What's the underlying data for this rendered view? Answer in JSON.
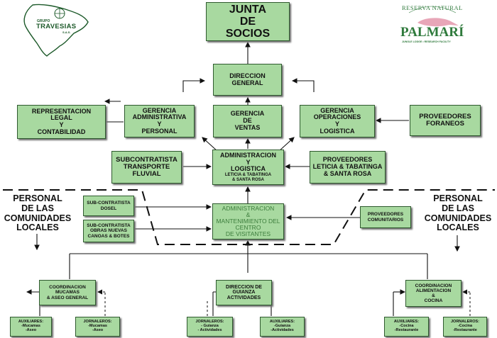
{
  "logos": {
    "left": {
      "name": "TRAVESIAS",
      "prefix": "GRUPO",
      "suffix": "S.A.S."
    },
    "right": {
      "top": "RESERVA NATURAL",
      "name": "PALMARÍ",
      "tagline": "JUNGLE LODGE • RESEARCH FACILITY"
    }
  },
  "boxes": {
    "junta": "JUNTA\nDE\nSOCIOS",
    "direccion": "DIRECCION\nGENERAL",
    "representacion": "REPRESENTACION\nLEGAL\nY\nCONTABILIDAD",
    "ger_admin": "GERENCIA\nADMINISTRATIVA\nY\nPERSONAL",
    "ger_ventas": "GERENCIA\nDE\nVENTAS",
    "ger_oper": "GERENCIA\nOPERACIONES\nY\nLOGISTICA",
    "prov_foraneos": "PROVEEDORES\nFORANEOS",
    "subcontratista": "SUBCONTRATISTA\nTRANSPORTE\nFLUVIAL",
    "admin_logistica": "ADMINISTRACION\nY\nLOGISTICA",
    "admin_logistica_sub": "LETICIA & TABATINGA\n& SANTA ROSA",
    "prov_leticia": "PROVEEDORES\nLETICIA & TABATINGA\n& SANTA ROSA",
    "sub_dosel": "SUB-CONTRATISTA\nDOSEL",
    "sub_obras": "SUB-CONTRATISTA\nOBRAS NUEVAS\nCANOAS & BOTES",
    "admin_mant": "ADMINISTRACION\n&\nMANTENIMIENTO DEL CENTRO\nDE VISITANTES",
    "prov_comunitarios": "PROVEEDORES\nCOMUNITARIOS",
    "coord_mucamas": "COORDINACION\nMUCAMAS\n& ASEO GENERAL",
    "dir_guianza": "DIRECCION DE\nGUIANZA\nACTIVIDADES",
    "coord_alimentacion": "COORDINACION\nALIMENTACION\n&\nCOCINA",
    "aux_mucamas": "AUXILIARES:\n-Mucamas\n-Aseo",
    "jor_mucamas": "JORNALEROS:\n-Mucamas\n-Aseo",
    "jor_guianza": "JORNALEROS:\n- Guianza\n- Actividades",
    "aux_guianza": "AUXILIARES:\n-Guianza\n-Actividades",
    "aux_cocina": "AUXILIARES:\n-Cocina\n-Restaurante",
    "jor_cocina": "JORNALEROS:\n-Cocina\n-Restaurante"
  },
  "personal_label": "PERSONAL\nDE LAS\nCOMUNIDADES\nLOCALES",
  "colors": {
    "box_fill": "#a8d9a0",
    "box_border": "#2f5a2f",
    "text_accent": "#3c7d3c",
    "logo_green": "#2f7a3c"
  }
}
